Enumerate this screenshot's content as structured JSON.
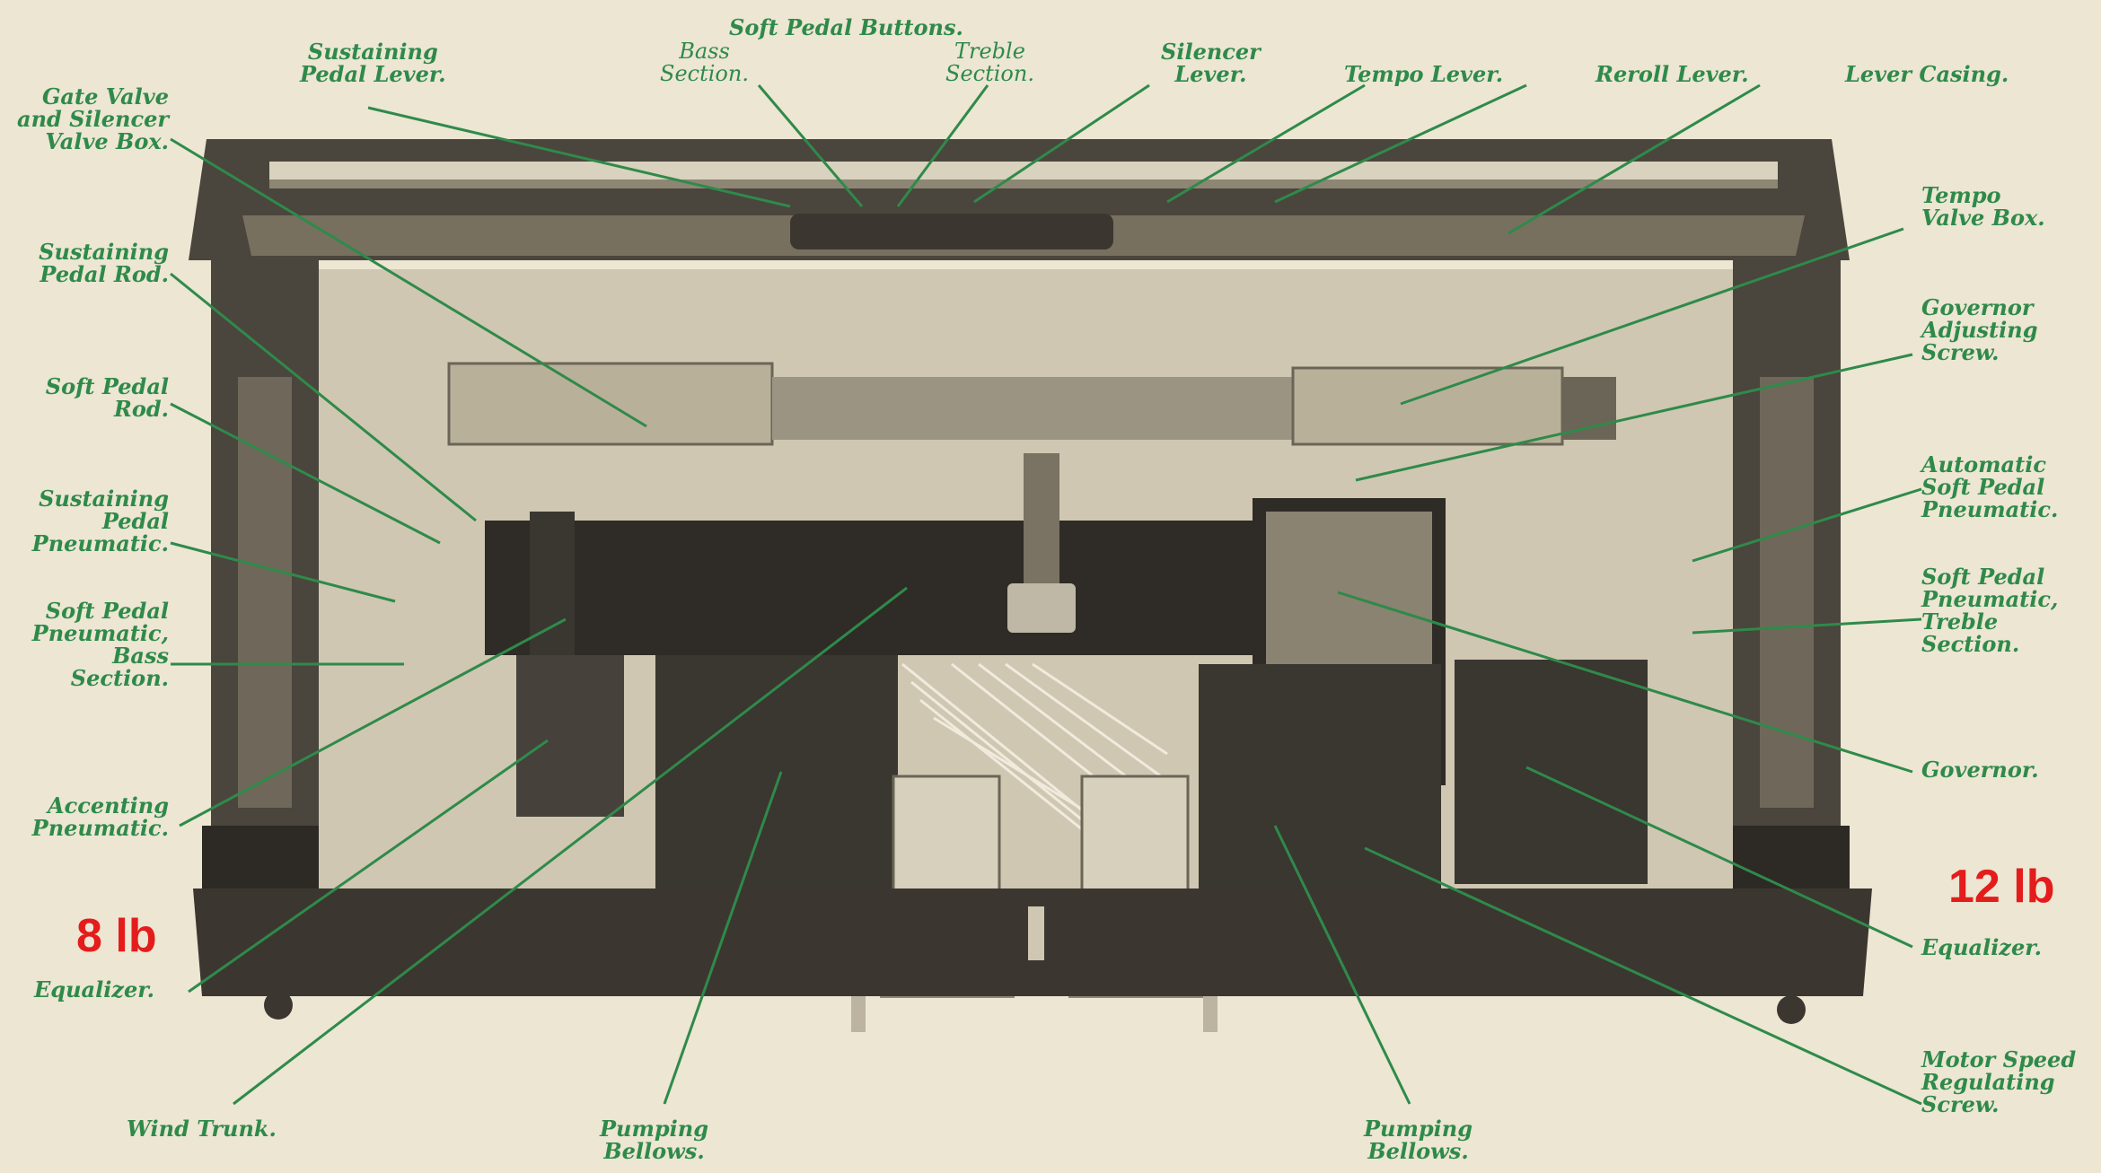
{
  "labels": {
    "soft_pedal_buttons": "Soft Pedal Buttons.",
    "bass_section": "Bass\nSection.",
    "treble_section": "Treble\nSection.",
    "sustaining_pedal_lever": "Sustaining\nPedal Lever.",
    "silencer_lever": "Silencer\nLever.",
    "tempo_lever": "Tempo Lever.",
    "reroll_lever": "Reroll Lever.",
    "lever_casing": "Lever Casing.",
    "gate_valve": "Gate Valve\nand Silencer\nValve Box.",
    "sustaining_pedal_rod": "Sustaining\nPedal Rod.",
    "soft_pedal_rod": "Soft Pedal\nRod.",
    "sustaining_pedal_pneumatic": "Sustaining\nPedal\nPneumatic.",
    "soft_pedal_pneumatic_bass": "Soft Pedal\nPneumatic,\nBass\nSection.",
    "accenting_pneumatic": "Accenting\nPneumatic.",
    "equalizer_left": "Equalizer.",
    "wind_trunk": "Wind Trunk.",
    "pumping_bellows_left": "Pumping\nBellows.",
    "pumping_bellows_right": "Pumping\nBellows.",
    "tempo_valve_box": "Tempo\nValve Box.",
    "governor_adjusting_screw": "Governor\nAdjusting\nScrew.",
    "automatic_soft_pedal_pneumatic": "Automatic\nSoft Pedal\nPneumatic.",
    "soft_pedal_pneumatic_treble": "Soft Pedal\nPneumatic,\nTreble\nSection.",
    "governor": "Governor.",
    "equalizer_right": "Equalizer.",
    "motor_speed_screw": "Motor Speed\nRegulating\nScrew."
  },
  "weights": {
    "left": "8 lb",
    "right": "12 lb"
  },
  "colors": {
    "paper": "#ece6d3",
    "label_green": "#2f8a4a",
    "weight_red": "#e41c1c",
    "wood_dark": "#3a3630",
    "wood_mid": "#6e685c",
    "wood_light": "#b5ad99"
  }
}
